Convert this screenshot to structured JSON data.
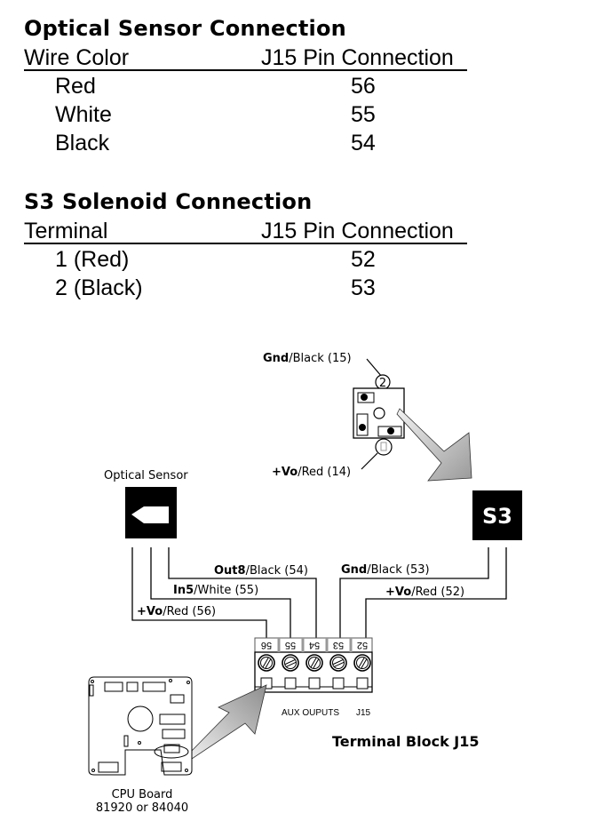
{
  "optical_table": {
    "title": "Optical Sensor Connection",
    "col1": "Wire Color",
    "col2": "J15 Pin Connection",
    "rows": [
      {
        "wire": "Red",
        "pin": "56"
      },
      {
        "wire": "White",
        "pin": "55"
      },
      {
        "wire": "Black",
        "pin": "54"
      }
    ]
  },
  "solenoid_table": {
    "title": "S3 Solenoid Connection",
    "col1": "Terminal",
    "col2": "J15 Pin Connection",
    "rows": [
      {
        "terminal": "1 (Red)",
        "pin": "52"
      },
      {
        "terminal": "2 (Black)",
        "pin": "53"
      }
    ]
  },
  "diagram": {
    "solenoid_detail": {
      "gnd_label_bold": "Gnd",
      "gnd_label_rest": "/Black (15)",
      "vo_label_bold": "+Vo",
      "vo_label_rest": "/Red (14)",
      "terminal_2_label": "2"
    },
    "optical_sensor_label": "Optical Sensor",
    "s3_label": "S3",
    "wires": {
      "out8_bold": "Out8",
      "out8_rest": "/Black (54)",
      "in5_bold": "In5",
      "in5_rest": "/White (55)",
      "vo56_bold": "+Vo",
      "vo56_rest": "/Red (56)",
      "gnd53_bold": "Gnd",
      "gnd53_rest": "/Black (53)",
      "vo52_bold": "+Vo",
      "vo52_rest": "/Red (52)"
    },
    "terminal_block": {
      "pins": [
        "56",
        "55",
        "54",
        "53",
        "52"
      ],
      "aux_label": "AUX OUPUTS",
      "j15_label": "J15",
      "caption": "Terminal Block J15"
    },
    "cpu_board": {
      "line1": "CPU Board",
      "line2": "81920 or 84040"
    }
  }
}
